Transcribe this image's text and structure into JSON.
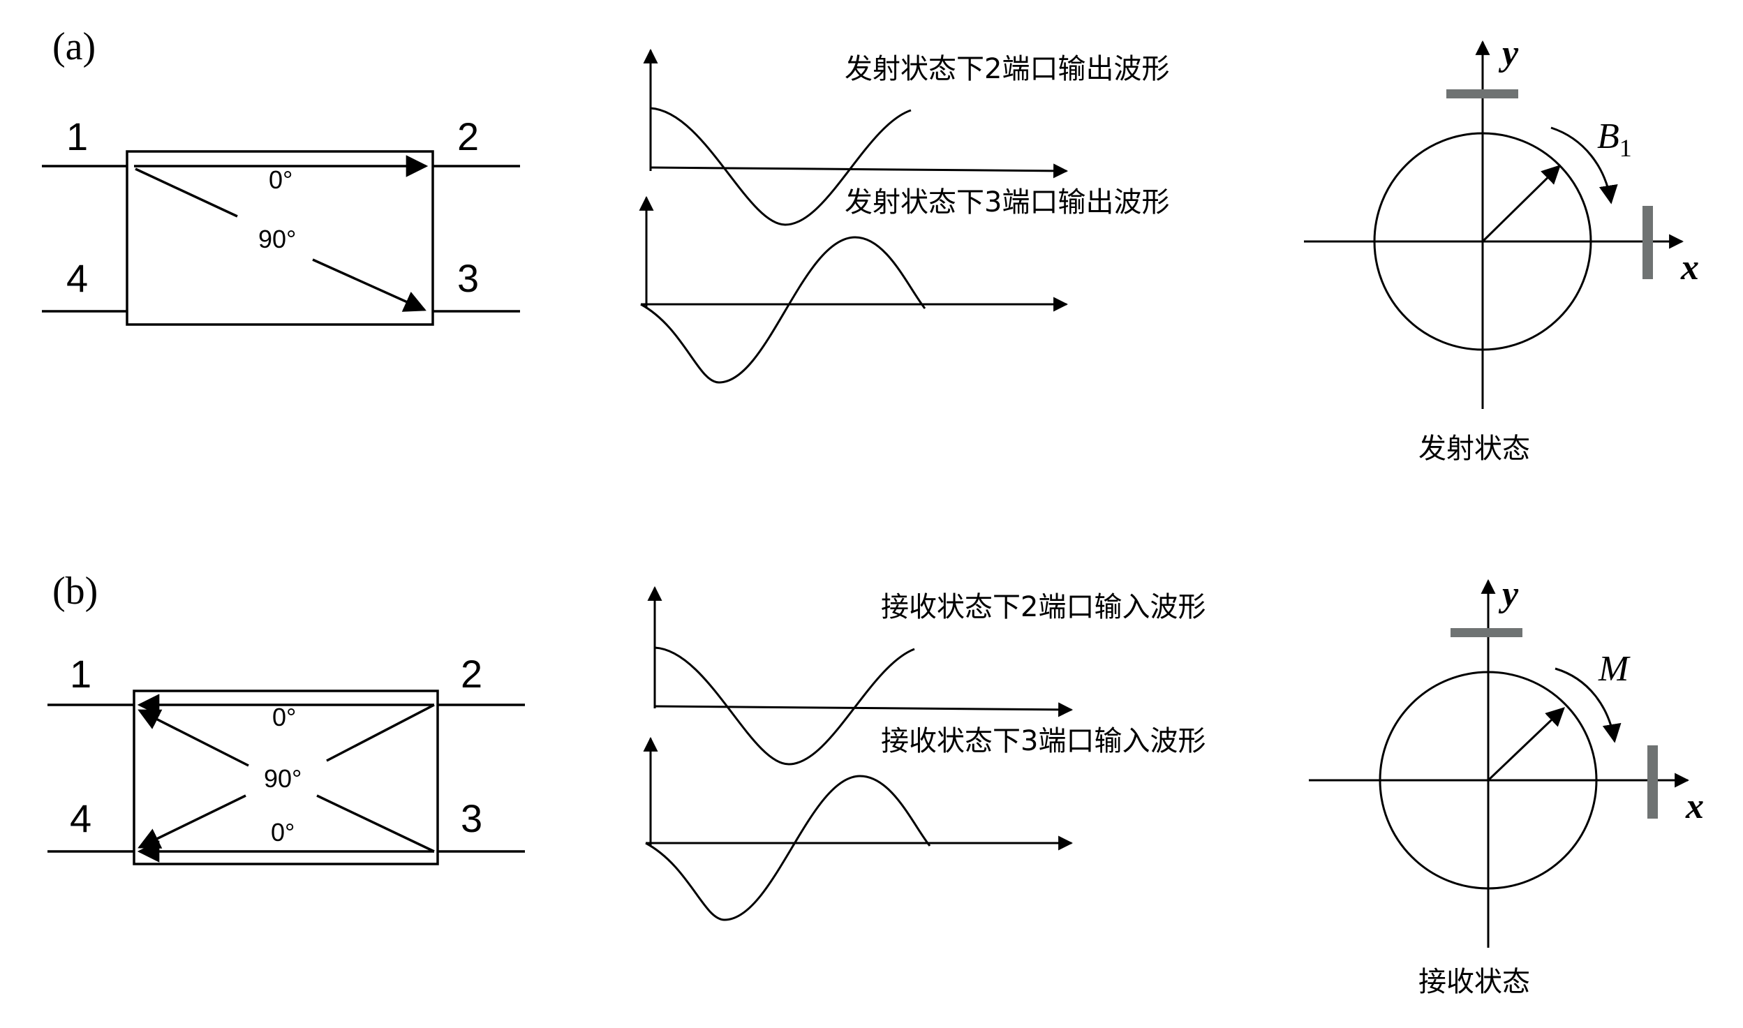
{
  "colors": {
    "ink": "#000000",
    "plate": "#6f7373"
  },
  "panel_a": {
    "label": "(a)",
    "coupler": {
      "ports": {
        "p1": "1",
        "p2": "2",
        "p3": "3",
        "p4": "4"
      },
      "phase_straight": "0°",
      "phase_cross": "90°"
    },
    "waveform_port2_caption": "发射状态下2端口输出波形",
    "waveform_port3_caption": "发射状态下3端口输出波形",
    "rotating_field": {
      "y_axis_label": "y",
      "x_axis_label": "x",
      "vector_label": "B",
      "vector_subscript": "1",
      "caption": "发射状态"
    }
  },
  "panel_b": {
    "label": "(b)",
    "coupler": {
      "ports": {
        "p1": "1",
        "p2": "2",
        "p3": "3",
        "p4": "4"
      },
      "phase_top": "0°",
      "phase_cross": "90°",
      "phase_bottom": "0°"
    },
    "waveform_port2_caption": "接收状态下2端口输入波形",
    "waveform_port3_caption": "接收状态下3端口输入波形",
    "rotating_field": {
      "y_axis_label": "y",
      "x_axis_label": "x",
      "vector_label": "M",
      "caption": "接收状态"
    }
  }
}
